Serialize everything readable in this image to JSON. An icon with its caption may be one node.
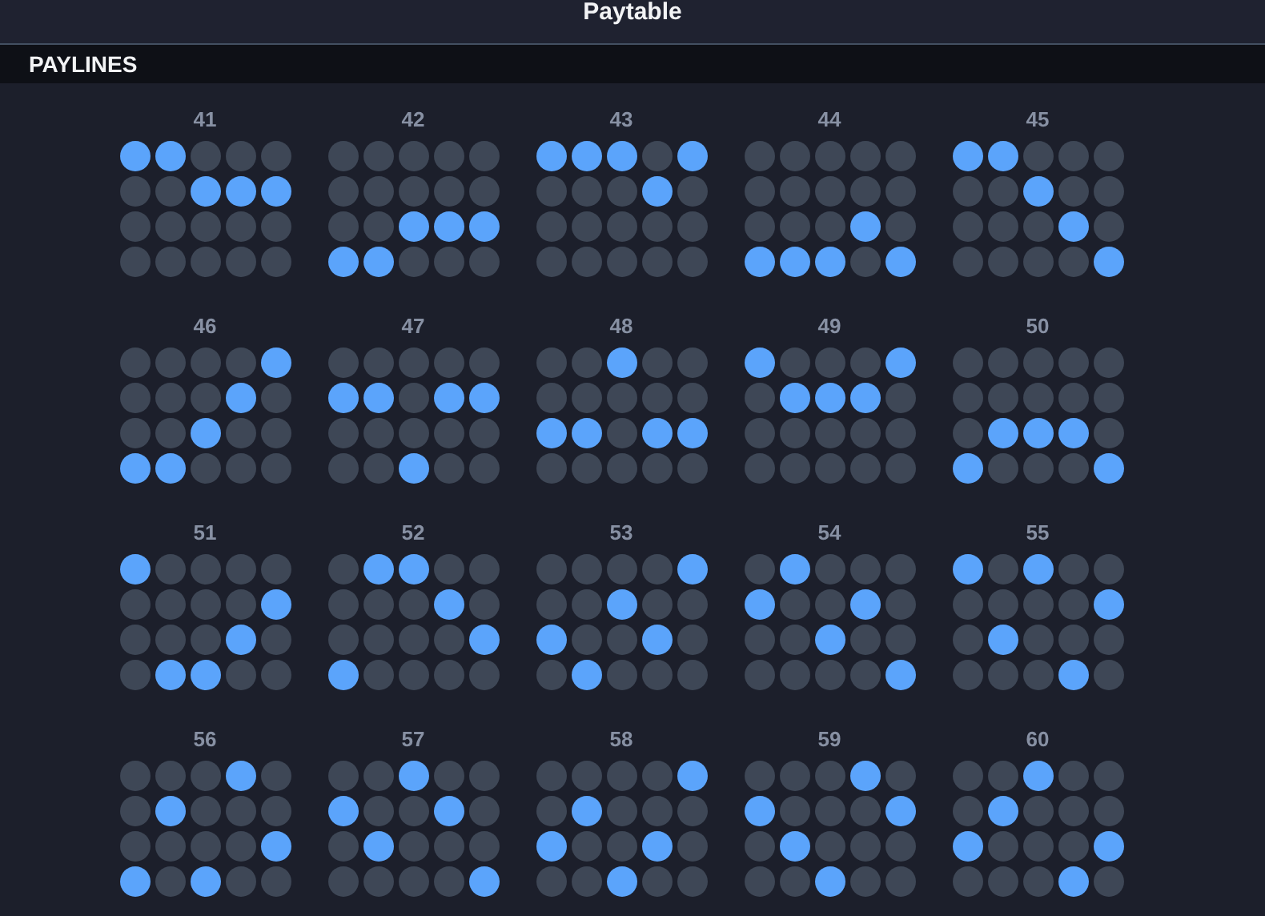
{
  "diagram": {
    "title": "Paytable",
    "nodes": [
      {
        "text": [
          "PAYLINES"
        ]
      }
    ],
    "labels": [
      "41",
      "42",
      "43",
      "44",
      "45",
      "46",
      "47",
      "48",
      "49",
      "50",
      "51",
      "52",
      "53",
      "54",
      "55",
      "56",
      "57",
      "58",
      "59",
      "60"
    ]
  }
}
